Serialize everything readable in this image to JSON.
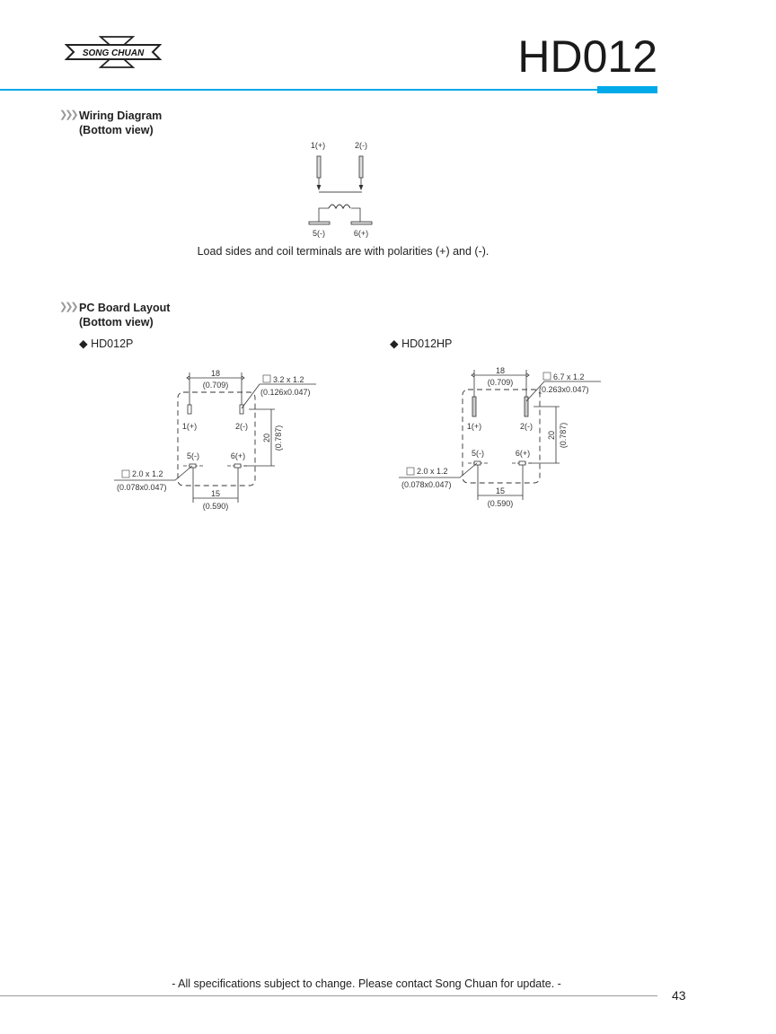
{
  "header": {
    "brand": "SONG CHUAN",
    "title": "HD012",
    "accent_color": "#00a9e8"
  },
  "wiring": {
    "heading": "Wiring Diagram",
    "subheading": "(Bottom view)",
    "pins": {
      "p1": "1(+)",
      "p2": "2(-)",
      "p5": "5(-)",
      "p6": "6(+)"
    },
    "note": "Load sides and coil terminals are with polarities (+) and (-)."
  },
  "pcb": {
    "heading": "PC Board Layout",
    "subheading": "(Bottom view)",
    "layouts": [
      {
        "model": "HD012P",
        "width_mm": "18",
        "width_in": "(0.709)",
        "height_mm": "20",
        "height_in": "(0.787)",
        "bottom_mm": "15",
        "bottom_in": "(0.590)",
        "top_hole_mm": "3.2 x 1.2",
        "top_hole_in": "(0.126x0.047)",
        "bottom_hole_mm": "2.0 x 1.2",
        "bottom_hole_in": "(0.078x0.047)",
        "pins": {
          "p1": "1(+)",
          "p2": "2(-)",
          "p5": "5(-)",
          "p6": "6(+)"
        }
      },
      {
        "model": "HD012HP",
        "width_mm": "18",
        "width_in": "(0.709)",
        "height_mm": "20",
        "height_in": "(0.787)",
        "bottom_mm": "15",
        "bottom_in": "(0.590)",
        "top_hole_mm": "6.7 x 1.2",
        "top_hole_in": "(0.263x0.047)",
        "bottom_hole_mm": "2.0 x 1.2",
        "bottom_hole_in": "(0.078x0.047)",
        "pins": {
          "p1": "1(+)",
          "p2": "2(-)",
          "p5": "5(-)",
          "p6": "6(+)"
        }
      }
    ]
  },
  "footer": {
    "text": "- All specifications subject to change.  Please contact Song Chuan for update. -",
    "page": "43"
  }
}
